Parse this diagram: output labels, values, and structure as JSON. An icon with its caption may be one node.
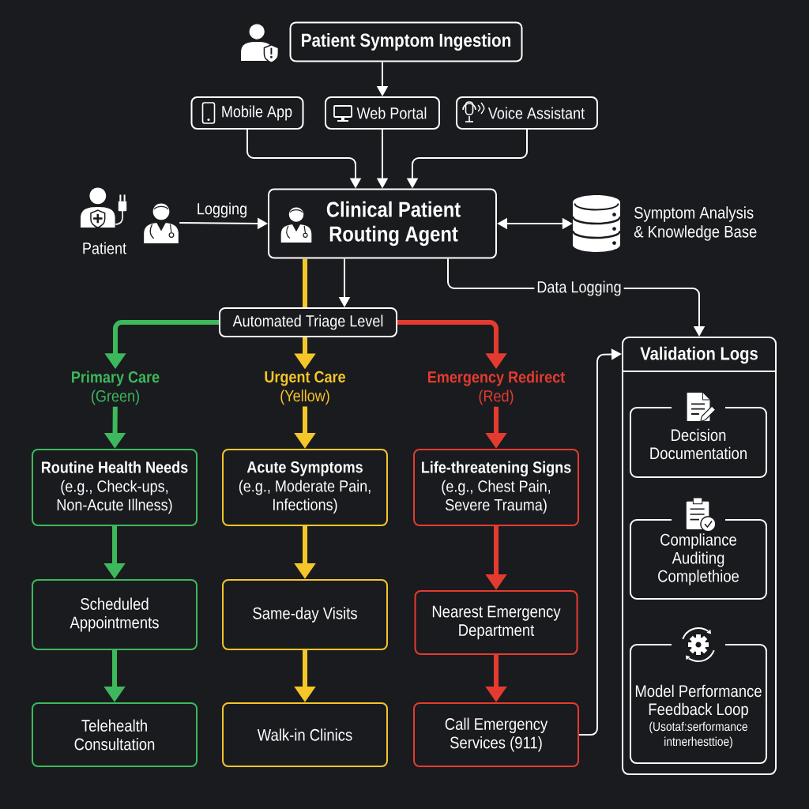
{
  "diagram": {
    "nodes": [
      {
        "text": [
          "Patient Symptom Ingestion"
        ]
      },
      {
        "text": [
          "Mobile App"
        ]
      },
      {
        "text": [
          "Web Portal"
        ]
      },
      {
        "text": [
          "Voice Assistant"
        ]
      },
      {
        "text": [],
        "shape": "picture"
      },
      {
        "text": [
          "Clinical Patient Routing Agent"
        ]
      },
      {
        "text": [],
        "shape": "cylinder",
        "beside": [
          "Symptom Analysis & Knowledge Base"
        ]
      },
      {
        "text": [
          "Automated Triage Level"
        ]
      },
      {
        "text": [
          "Primary Care",
          "(Green)"
        ]
      },
      {
        "text": [
          "Urgent Care",
          "(Yellow)"
        ]
      },
      {
        "text": [
          "Emergency Redirect",
          "(Red)"
        ]
      },
      {
        "text": [
          "Routine Health Needs",
          "(e.g., Check-ups, Non-Acute Illness)"
        ]
      },
      {
        "text": [
          "Acute Symptoms",
          "(e.g., Moderate Pain, Infections)"
        ]
      },
      {
        "text": [
          "Life-threatening Signs",
          "(e.g., Chest Pain, Severe Trauma)"
        ]
      },
      {
        "text": [
          "Scheduled Appointments"
        ]
      },
      {
        "text": [
          "Same-day Visits"
        ]
      },
      {
        "text": [
          "Nearest Emergency Department"
        ]
      },
      {
        "text": [
          "Telehealth Consultation"
        ]
      },
      {
        "text": [
          "Walk-in Clinics"
        ]
      },
      {
        "text": [
          "Call Emergency Services (911)"
        ]
      },
      {
        "text": [
          "Validation Logs"
        ]
      },
      {
        "text": [
          "Decision Documentation"
        ],
        "in": 20
      },
      {
        "text": [
          "Compliance Auditing Complethioe"
        ],
        "in": 20
      },
      {
        "text": [
          "Model Performance Feedback Loop",
          "(Usotaf:serformance intnerhesttioe)"
        ],
        "in": 20
      }
    ],
    "edges": [
      {
        "from": 0,
        "to": 2,
        "arrow": "to"
      },
      {
        "from": 1,
        "to": 5,
        "arrow": "to"
      },
      {
        "from": 2,
        "to": 5,
        "arrow": "to"
      },
      {
        "from": 3,
        "to": 5,
        "arrow": "to"
      },
      {
        "from": 4,
        "to": 5,
        "arrow": "to",
        "label": "Logging"
      },
      {
        "from": 5,
        "to": 6,
        "arrow": "both"
      },
      {
        "from": 5,
        "to": 7,
        "arrow": "to"
      },
      {
        "from": 5,
        "to": 7,
        "arrow": "none",
        "color": "#f5c62a"
      },
      {
        "from": 7,
        "to": 8,
        "arrow": "to",
        "color": "#3db85c"
      },
      {
        "from": 7,
        "to": 9,
        "arrow": "to",
        "color": "#f5c62a"
      },
      {
        "from": 7,
        "to": 10,
        "arrow": "to",
        "color": "#e43b30"
      },
      {
        "from": 8,
        "to": 11,
        "arrow": "to",
        "color": "#3db85c"
      },
      {
        "from": 9,
        "to": 12,
        "arrow": "to",
        "color": "#f5c62a"
      },
      {
        "from": 10,
        "to": 13,
        "arrow": "to",
        "color": "#e43b30"
      },
      {
        "from": 11,
        "to": 14,
        "arrow": "to",
        "color": "#3db85c"
      },
      {
        "from": 12,
        "to": 15,
        "arrow": "to",
        "color": "#f5c62a"
      },
      {
        "from": 13,
        "to": 16,
        "arrow": "to",
        "color": "#e43b30"
      },
      {
        "from": 14,
        "to": 17,
        "arrow": "to",
        "color": "#3db85c"
      },
      {
        "from": 15,
        "to": 18,
        "arrow": "to",
        "color": "#f5c62a"
      },
      {
        "from": 16,
        "to": 19,
        "arrow": "to",
        "color": "#e43b30"
      },
      {
        "from": 19,
        "to": 20,
        "arrow": "to"
      },
      {
        "from": 5,
        "to": 20,
        "arrow": "to",
        "label": "Data Logging"
      }
    ],
    "labels": [
      "Patient"
    ]
  }
}
